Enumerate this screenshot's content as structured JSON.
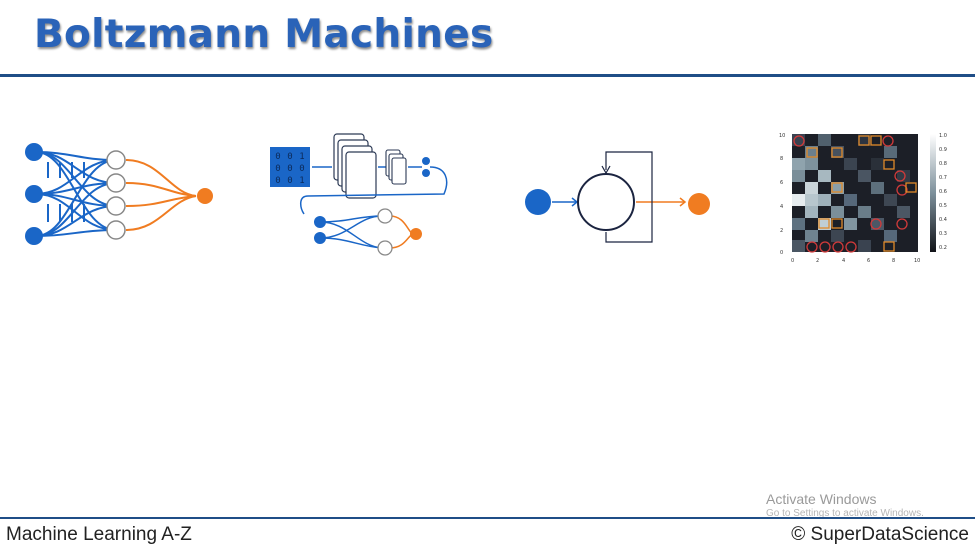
{
  "slide": {
    "title": "Boltzmann Machines",
    "footer_left": "Machine Learning A-Z",
    "footer_right": "© SuperDataScience"
  },
  "system_watermark": {
    "line1": "Activate Windows",
    "line2": "Go to Settings to activate Windows."
  },
  "colors": {
    "brand_blue": "#2a63b8",
    "node_blue": "#1a66c7",
    "output_orange": "#f07c21",
    "rule": "#1f4e87"
  },
  "icons": [
    "ann-network-icon",
    "cnn-diagram-icon",
    "rnn-diagram-icon",
    "som-heatmap-icon"
  ],
  "cnn_matrix": [
    "0",
    "0",
    "1",
    "0",
    "0",
    "0",
    "0",
    "0",
    "1"
  ],
  "heatmap": {
    "x_ticks": [
      "0",
      "2",
      "4",
      "6",
      "8",
      "10"
    ],
    "y_ticks": [
      "0",
      "2",
      "4",
      "6",
      "8",
      "10"
    ],
    "colorbar_ticks": [
      "1.0",
      "0.9",
      "0.8",
      "0.7",
      "0.6",
      "0.5",
      "0.4",
      "0.3",
      "0.2"
    ]
  }
}
